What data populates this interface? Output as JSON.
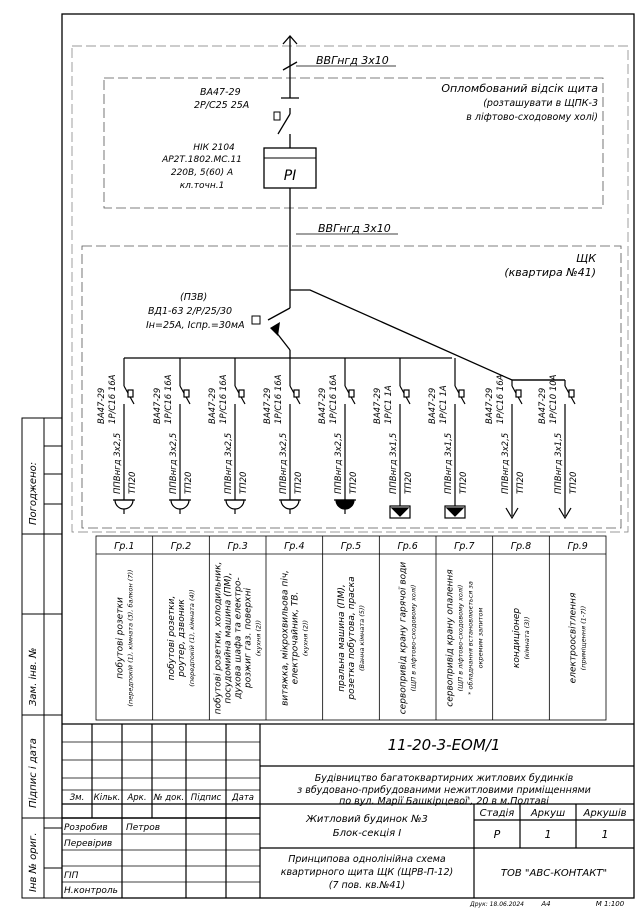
{
  "supply": {
    "cable_top": "ВВГнгд 3х10",
    "cable_mid": "ВВГнгд 3х10"
  },
  "sealed_compartment": {
    "title": "Опломбований відсік щита",
    "note_line1": "(розташувати в ЩПК-3",
    "note_line2": "в ліфтово-сходовому холі)"
  },
  "main_breaker": {
    "line1": "ВА47-29",
    "line2": "2Р/С25 25А"
  },
  "meter": {
    "line1": "НІК 2104",
    "line2": "АР2Т.1802.МС.11",
    "line3": "220В, 5(60) А",
    "line4": "кл.точн.1",
    "symbol": "PI"
  },
  "apartment_board": {
    "title": "ЩК",
    "subtitle": "(квартира №41)"
  },
  "rcd": {
    "line1": "(ПЗВ)",
    "line2": "ВД1-63 2/Р/25/30",
    "line3": "Iн=25А, Iспр.=30мА"
  },
  "groups": [
    {
      "breaker": "ВА47-29",
      "rating": "1Р/С16 16А",
      "cable": "ППВнгд 3х2,5",
      "route": "ТП20",
      "label": "Гр.1",
      "desc_main": [
        "побутові розетки"
      ],
      "desc_small": [
        "(передпокій (1), кімната (3), балкон (7))"
      ]
    },
    {
      "breaker": "ВА47-29",
      "rating": "1Р/С16 16А",
      "cable": "ППВнгд 3х2,5",
      "route": "ТП20",
      "label": "Гр.2",
      "desc_main": [
        "побутові розетки,",
        "роутер, дзвоник"
      ],
      "desc_small": [
        "(передпокій (1), кімната (4))"
      ]
    },
    {
      "breaker": "ВА47-29",
      "rating": "1Р/С16 16А",
      "cable": "ППВнгд 3х2,5",
      "route": "ТП20",
      "label": "Гр.3",
      "desc_main": [
        "побутові розетки, холодильник,",
        "посудомийна машина (ПМ),",
        "духова шафа та електро-",
        "розжиг газ. поверхні"
      ],
      "desc_small": [
        "(кухня (2))"
      ]
    },
    {
      "breaker": "ВА47-29",
      "rating": "1Р/С16 16А",
      "cable": "ППВнгд 3х2,5",
      "route": "ТП20",
      "label": "Гр.4",
      "desc_main": [
        "витяжка, мікрохвильова піч,",
        "електрочайник, ТВ."
      ],
      "desc_small": [
        "(кухня (2))"
      ]
    },
    {
      "breaker": "ВА47-29",
      "rating": "1Р/С16 16А",
      "cable": "ППВнгд 3х2,5",
      "route": "ТП20",
      "label": "Гр.5",
      "desc_main": [
        "пральна машина (ПМ),",
        "розетка побутова, праска"
      ],
      "desc_small": [
        "(Ванна кімната (5))"
      ]
    },
    {
      "breaker": "ВА47-29",
      "rating": "1Р/С1 1А",
      "cable": "ППВнгд 3х1,5",
      "route": "ТП20",
      "label": "Гр.6",
      "desc_main": [
        "сервопривід крану гарячої води"
      ],
      "desc_small": [
        "(ЩП в ліфтово-сходовому холі)"
      ]
    },
    {
      "breaker": "ВА47-29",
      "rating": "1Р/С1 1А",
      "cable": "ППВнгд 3х1,5",
      "route": "ТП20",
      "label": "Гр.7",
      "desc_main": [
        "сервопривід крану опалення"
      ],
      "desc_small": [
        "(ЩП в ліфтово-сходовому холі)",
        "* обладнання встановлюється за",
        "окремим запитом"
      ]
    },
    {
      "breaker": "ВА47-29",
      "rating": "1Р/С16 16А",
      "cable": "ППВнгд 3х2,5",
      "route": "ТП20",
      "label": "Гр.8",
      "desc_main": [
        "кондиціонер"
      ],
      "desc_small": [
        "(кімната (3))"
      ]
    },
    {
      "breaker": "ВА47-29",
      "rating": "1Р/С10 10А",
      "cable": "ППВнгд 3х1,5",
      "route": "ТП20",
      "label": "Гр.9",
      "desc_main": [
        "електроосвітлення"
      ],
      "desc_small": [
        "(приміщення (1-7))"
      ]
    }
  ],
  "side_stamps": {
    "agreed": "Погоджено:",
    "replace_inv": "Зам. інв. №",
    "sign_date": "Підпис і дата",
    "inv_orig": "Інв № ориг."
  },
  "title_block": {
    "doc_code": "11-20-3-ЕОМ/1",
    "project_line1": "Будівництво багатоквартирних житлових будинків",
    "project_line2": "з вбудовано-прибудованими нежитловими приміщеннями",
    "project_line3": "по вул. Марії Башкірцевої', 20 в м.Полтаві",
    "cols": {
      "zm": "Зм.",
      "kilk": "Кільк.",
      "ark": "Арк.",
      "ndok": "№ док.",
      "pidpys": "Підпис",
      "data": "Дата"
    },
    "building_line1": "Житловий будинок №3",
    "building_line2": "Блок-секція І",
    "stage_header": "Стадія",
    "sheet_header": "Аркуш",
    "sheets_header": "Аркушів",
    "stage": "Р",
    "sheet": "1",
    "sheets": "1",
    "roles": {
      "developed": "Розробив",
      "checked": "Перевірив",
      "gip": "ГІП",
      "ncontrol": "Н.контроль"
    },
    "developer_name": "Петров",
    "drawing_line1": "Принципова однолінійна схема",
    "drawing_line2": "квартирного щита ЩК (ЩРВ-П-12)",
    "drawing_line3": "(7 пов. кв.№41)",
    "company": "ТОВ \"АВС-КОНТАКТ\""
  },
  "footer": {
    "printed": "Друк: 18.06.2024",
    "format": "А4",
    "scale": "М  1:100"
  }
}
